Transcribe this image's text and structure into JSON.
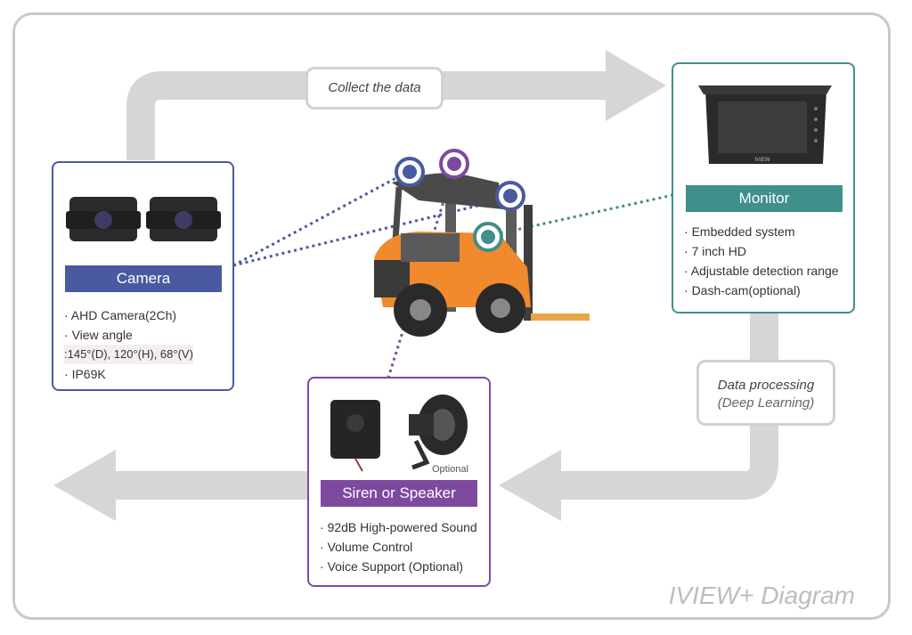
{
  "flow": {
    "collect_label": "Collect the data",
    "processing_label": "Data processing",
    "processing_sub": "(Deep Learning)"
  },
  "camera": {
    "title": "Camera",
    "items": [
      "AHD Camera(2Ch)",
      "View angle",
      ":145°(D), 120°(H), 68°(V)",
      "IP69K"
    ]
  },
  "monitor": {
    "title": "Monitor",
    "brand": "IVIEW",
    "items": [
      "Embedded system",
      "7 inch HD",
      "Adjustable detection range",
      "Dash-cam(optional)"
    ]
  },
  "siren": {
    "title": "Siren or Speaker",
    "optional_label": "Optional",
    "items": [
      "92dB High-powered Sound",
      "Volume Control",
      "Voice Support (Optional)"
    ]
  },
  "diagram_name": "IVIEW+ Diagram",
  "colors": {
    "camera": "#4a5aa0",
    "monitor": "#3f8f8a",
    "siren": "#7d4aa0",
    "arrow": "#d6d6d6",
    "forklift": "#f08a2c"
  }
}
